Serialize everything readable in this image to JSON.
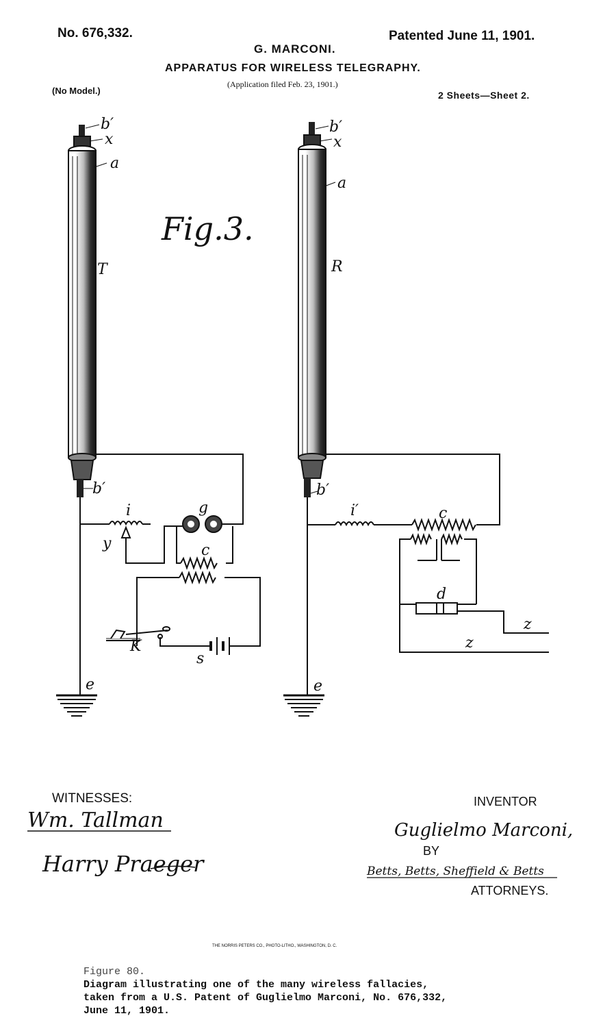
{
  "header": {
    "patent_no": "No. 676,332.",
    "patented": "Patented June 11, 1901.",
    "inventor_name": "G. MARCONI.",
    "title": "APPARATUS FOR WIRELESS TELEGRAPHY.",
    "application": "(Application filed Feb. 23, 1901.)",
    "model": "(No Model.)",
    "sheets": "2 Sheets—Sheet 2."
  },
  "figure": {
    "label": "Fig.3.",
    "transmitter": {
      "cylinder_label": "T",
      "labels": {
        "b_top": "b′",
        "x": "x",
        "a": "a",
        "b_bottom": "b′",
        "i": "i",
        "g": "g",
        "c": "c",
        "y": "y",
        "K": "K",
        "s": "s",
        "e": "e"
      }
    },
    "receiver": {
      "cylinder_label": "R",
      "labels": {
        "b_top": "b′",
        "x": "x",
        "a": "a",
        "b_bottom": "b′",
        "i": "i′",
        "c": "c",
        "d": "d",
        "z1": "z",
        "z2": "z",
        "e": "e"
      }
    }
  },
  "signatures": {
    "witnesses_heading": "WITNESSES:",
    "witness_1": "Wm. Tallman",
    "witness_2": "Harry Praeger",
    "inventor_heading": "INVENTOR",
    "inventor_signature": "Guglielmo Marconi,",
    "by": "BY",
    "attorneys_signature": "Betts, Betts, Sheffield & Betts",
    "attorneys": "ATTORNEYS."
  },
  "printer": "THE NORRIS PETERS CO., PHOTO-LITHO., WASHINGTON, D. C.",
  "caption": {
    "figure_no": "Figure 80.",
    "line1": "Diagram illustrating one of the many wireless fallacies,",
    "line2": "taken from a U.S. Patent of Guglielmo Marconi, No. 676,332,",
    "line3": "June 11, 1901."
  }
}
